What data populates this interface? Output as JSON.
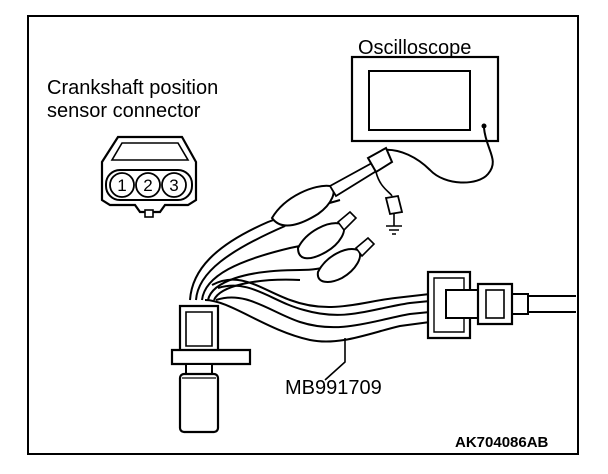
{
  "labels": {
    "oscilloscope": "Oscilloscope",
    "connector_line1": "Crankshaft position",
    "connector_line2": "sensor connector",
    "tool": "MB991709",
    "figure_id": "AK704086AB"
  },
  "connector": {
    "pins": [
      "1",
      "2",
      "3"
    ]
  }
}
